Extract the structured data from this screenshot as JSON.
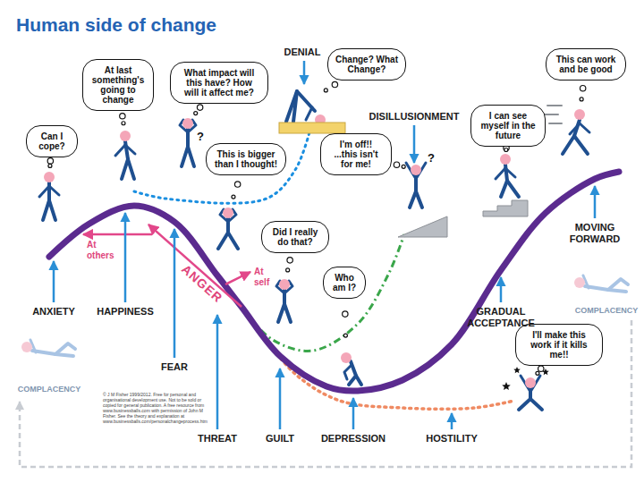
{
  "diagram": {
    "title": "Human side of change",
    "nodes": [
      {
        "text": [
          "Can I cope?"
        ]
      },
      {
        "text": [
          "At last something's going to change"
        ]
      },
      {
        "text": [
          "What impact will this have? How will it affect me?"
        ]
      },
      {
        "text": [
          "Change? What Change?"
        ]
      },
      {
        "text": [
          "This is bigger than I thought!"
        ]
      },
      {
        "text": [
          "I'm off!! ...this isn't for me!"
        ]
      },
      {
        "text": [
          "Did I really do that?"
        ]
      },
      {
        "text": [
          "Who am I?"
        ]
      },
      {
        "text": [
          "I can see myself in the future"
        ]
      },
      {
        "text": [
          "This can work and be good"
        ]
      },
      {
        "text": [
          "I'll make this work if it kills me!!"
        ]
      }
    ],
    "labels": [
      "DENIAL",
      "DISILLUSIONMENT",
      "?",
      "?",
      "At others",
      "ANGER",
      "At self",
      "ANXIETY",
      "HAPPINESS",
      "FEAR",
      "COMPLACENCY",
      "THREAT",
      "GUILT",
      "DEPRESSION",
      "HOSTILITY",
      "GRADUAL ACCEPTANCE",
      "MOVING FORWARD",
      "COMPLACENCY",
      "© J M Fisher 1999/2012. Free for personal and organisational development use. Not to be sold or copied for general publication. A free resource from www.businessballs.com with permission of John M Fisher. See the theory and explanation at www.businessballs.com/personalchangeprocess.htm"
    ]
  }
}
